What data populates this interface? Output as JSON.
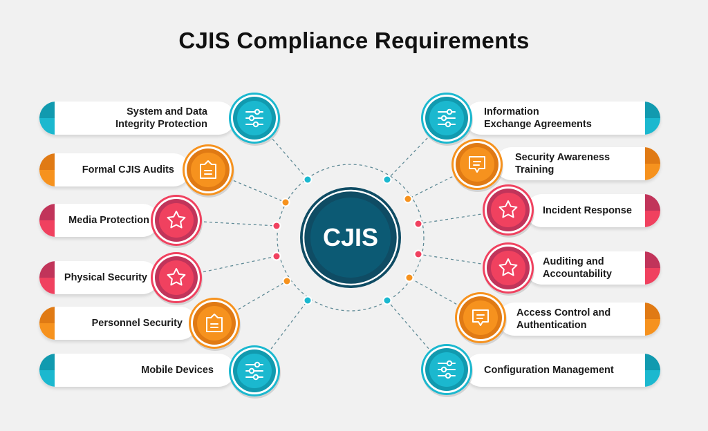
{
  "title": "CJIS Compliance Requirements",
  "center": {
    "label": "CJIS",
    "color": "#0f4c64"
  },
  "colors": {
    "teal": "#1bb8cf",
    "teal_dark": "#119aaf",
    "orange": "#f6921e",
    "orange_dark": "#e07a14",
    "red": "#f0415f",
    "red_dark": "#c1345a"
  },
  "left_items": [
    {
      "label": "System and Data\nIntegrity Protection",
      "color": "teal",
      "icon": "sliders-icon"
    },
    {
      "label": "Formal CJIS Audits",
      "color": "orange",
      "icon": "clipboard-icon"
    },
    {
      "label": "Media Protection",
      "color": "red",
      "icon": "star-icon"
    },
    {
      "label": "Physical Security",
      "color": "red",
      "icon": "star-icon"
    },
    {
      "label": "Personnel Security",
      "color": "orange",
      "icon": "clipboard-icon"
    },
    {
      "label": "Mobile Devices",
      "color": "teal",
      "icon": "sliders-icon"
    }
  ],
  "right_items": [
    {
      "label": "Information\nExchange Agreements",
      "color": "teal",
      "icon": "sliders-icon"
    },
    {
      "label": "Security Awareness\nTraining",
      "color": "orange",
      "icon": "message-icon"
    },
    {
      "label": "Incident Response",
      "color": "red",
      "icon": "star-icon"
    },
    {
      "label": "Auditing and\nAccountability",
      "color": "red",
      "icon": "star-icon"
    },
    {
      "label": "Access Control and\nAuthentication",
      "color": "orange",
      "icon": "message-icon"
    },
    {
      "label": "Configuration Management",
      "color": "teal",
      "icon": "sliders-icon"
    }
  ]
}
